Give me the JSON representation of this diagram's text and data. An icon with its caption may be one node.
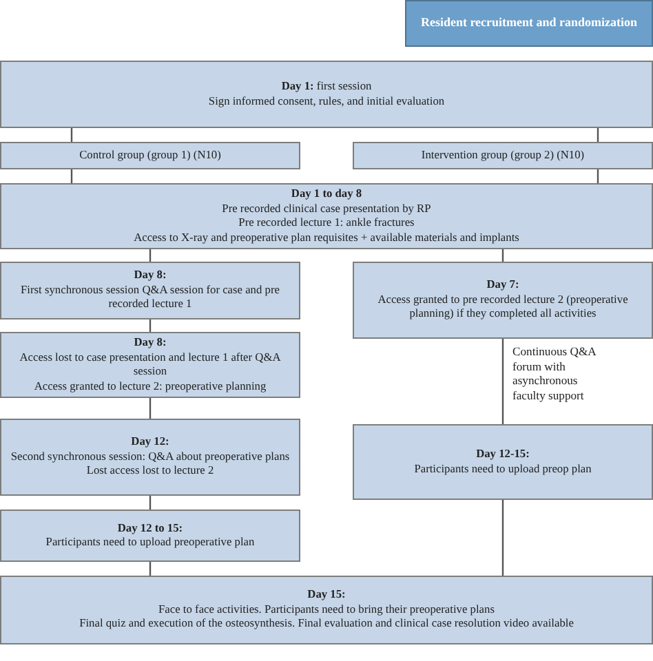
{
  "diagram": {
    "nodes": [
      {
        "text": [
          "Resident recruitment and randomization"
        ]
      },
      {
        "text": [
          "**Day 1:** first session",
          "Sign informed consent, rules, and initial evaluation"
        ]
      },
      {
        "text": [
          "Control group (group 1) (N10)"
        ]
      },
      {
        "text": [
          "Intervention group (group 2) (N10)"
        ]
      },
      {
        "text": [
          "Day 1 to day 8",
          "Pre recorded clinical case presentation by RP",
          "Pre recorded lecture 1: ankle fractures",
          "Access to X-ray and preoperative plan requisites + available materials and implants"
        ]
      },
      {
        "text": [
          "Day 8:",
          "First synchronous session Q&A session for case and pre recorded lecture 1"
        ]
      },
      {
        "text": [
          "Day 7:",
          "Access granted to pre recorded lecture 2 (preoperative planning) if they completed all activities"
        ]
      },
      {
        "text": [
          "Day 8:",
          "Access lost to case presentation and lecture 1 after Q&A session",
          "Access granted to lecture 2: preoperative planning"
        ]
      },
      {
        "text": [
          "Day 12:",
          "Second synchronous session: Q&A about preoperative plans",
          "Lost access lost to lecture 2"
        ]
      },
      {
        "text": [
          "Day 12-15:",
          "Participants need to upload preop plan"
        ]
      },
      {
        "text": [
          "Day 12 to 15:",
          "Participants need to upload preoperative plan"
        ]
      },
      {
        "text": [
          "Day 15:",
          "Face to face activities. Participants need to bring their preoperative plans",
          "Final quiz and execution of the osteosynthesis. Final evaluation and clinical case resolution video available"
        ]
      }
    ],
    "edges": [
      {
        "from": 1,
        "to": 2,
        "arrow": "none"
      },
      {
        "from": 1,
        "to": 3,
        "arrow": "none"
      },
      {
        "from": 2,
        "to": 4,
        "arrow": "none"
      },
      {
        "from": 3,
        "to": 4,
        "arrow": "none"
      },
      {
        "from": 4,
        "to": 5,
        "arrow": "none"
      },
      {
        "from": 4,
        "to": 6,
        "arrow": "none"
      },
      {
        "from": 5,
        "to": 7,
        "arrow": "none"
      },
      {
        "from": 7,
        "to": 8,
        "arrow": "none"
      },
      {
        "from": 8,
        "to": 10,
        "arrow": "none"
      },
      {
        "from": 10,
        "to": 11,
        "arrow": "none"
      },
      {
        "from": 6,
        "to": 9,
        "arrow": "none",
        "label": "Continuous Q&A forum with asynchronous faculty support"
      },
      {
        "from": 9,
        "to": 11,
        "arrow": "none"
      }
    ]
  }
}
